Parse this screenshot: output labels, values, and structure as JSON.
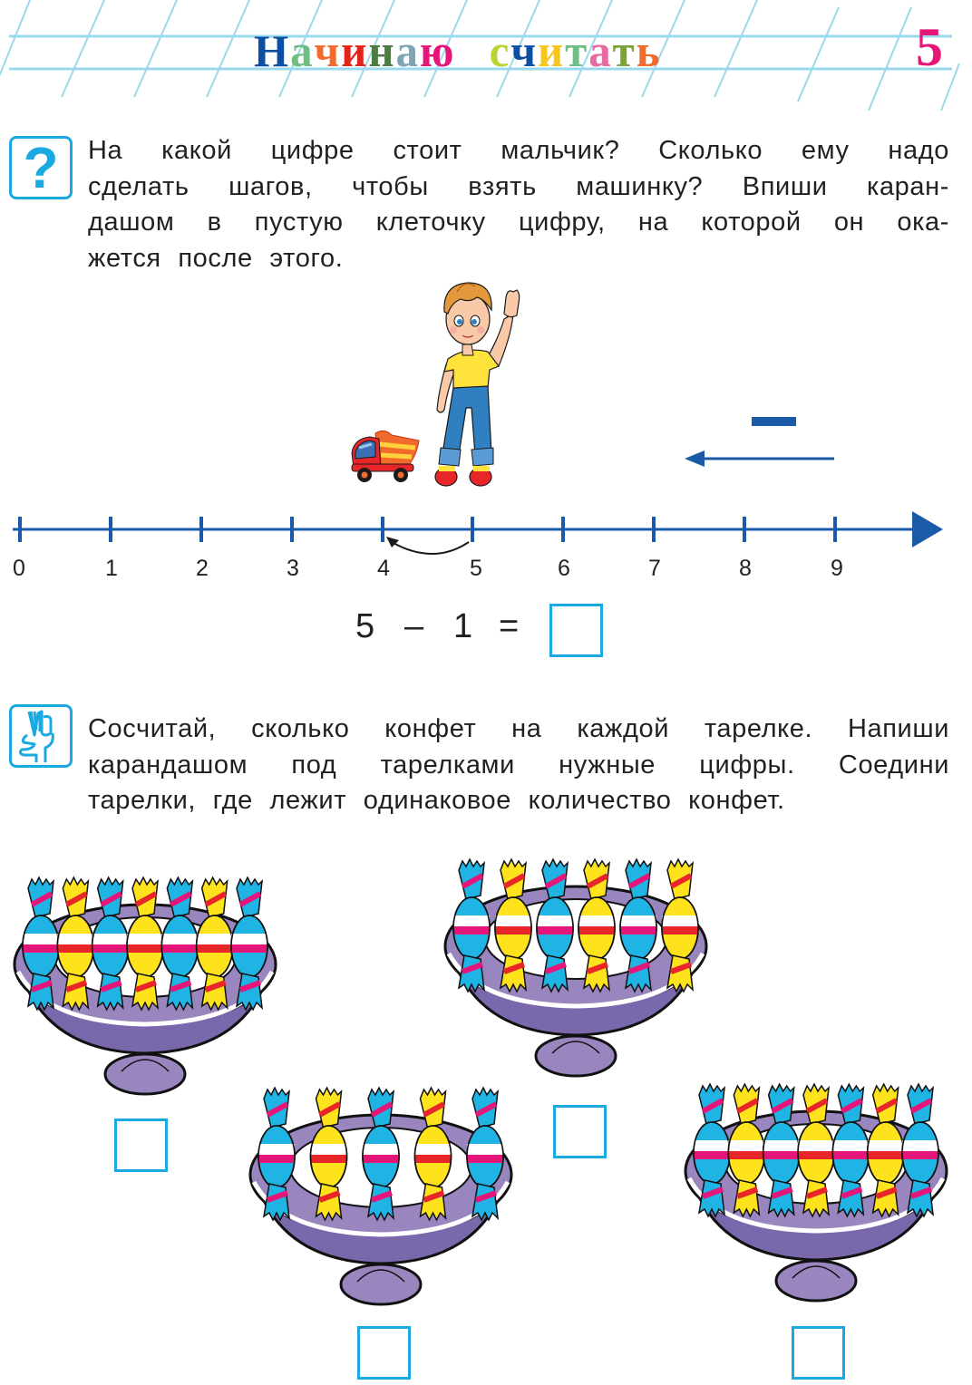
{
  "header": {
    "title_word1": [
      {
        "ch": "Н",
        "color": "#0b4ea2"
      },
      {
        "ch": "а",
        "color": "#6fbf85"
      },
      {
        "ch": "ч",
        "color": "#f26b2d"
      },
      {
        "ch": "и",
        "color": "#e2231a"
      },
      {
        "ch": "н",
        "color": "#4d7a45"
      },
      {
        "ch": "а",
        "color": "#7ea5b3"
      },
      {
        "ch": "ю",
        "color": "#e5157a"
      }
    ],
    "title_word2": [
      {
        "ch": "с",
        "color": "#b7d433"
      },
      {
        "ch": "ч",
        "color": "#0b4ea2"
      },
      {
        "ch": "и",
        "color": "#f8c61a"
      },
      {
        "ch": "т",
        "color": "#6fbf85"
      },
      {
        "ch": "а",
        "color": "#e86aa2"
      },
      {
        "ch": "т",
        "color": "#7ea03f"
      },
      {
        "ch": "ь",
        "color": "#f26b2d"
      }
    ],
    "title_text": "Начинаю считать",
    "page_number": "5",
    "page_number_color": "#e5157a",
    "grid_color": "#9ad8ee"
  },
  "task1": {
    "icon": "question-mark-icon",
    "icon_glyph": "?",
    "lines": [
      "На какой цифре стоит мальчик? Сколько ему надо",
      "сделать шагов, чтобы взять машинку? Впиши каран-",
      "дашом в пустую клеточку цифру, на которой он ока-",
      "жется после этого."
    ],
    "illustration": {
      "boy": "boy-waving-illustration",
      "toy": "toy-dump-truck-illustration",
      "direction_sign": "−",
      "direction_arrow": "left-arrow"
    },
    "number_line": {
      "ticks": [
        "0",
        "1",
        "2",
        "3",
        "4",
        "5",
        "6",
        "7",
        "8",
        "9"
      ],
      "jump_from": "5",
      "jump_to": "4",
      "color": "#1b5aa6"
    },
    "equation": {
      "a": "5",
      "op": "–",
      "b": "1",
      "eq": "=",
      "answer": ""
    }
  },
  "task2": {
    "icon": "hand-two-fingers-icon",
    "lines": [
      "Сосчитай, сколько конфет на каждой тарелке. Напиши",
      "карандашом под тарелками нужные цифры. Соедини",
      "тарелки, где лежит одинаковое количество конфет."
    ],
    "bowls": [
      {
        "position": "top-left",
        "candies": 7,
        "answer": ""
      },
      {
        "position": "top-right",
        "candies": 6,
        "answer": ""
      },
      {
        "position": "bottom-middle",
        "candies": 5,
        "answer": ""
      },
      {
        "position": "bottom-right",
        "candies": 7,
        "answer": ""
      }
    ],
    "bowl_color": "#9a86bf",
    "candy_colors": {
      "blue": "#1fb4e4",
      "yellow": "#fde21c",
      "pink": "#e5157a",
      "red": "#e8262a"
    }
  },
  "accent_color": "#1aa9e1"
}
